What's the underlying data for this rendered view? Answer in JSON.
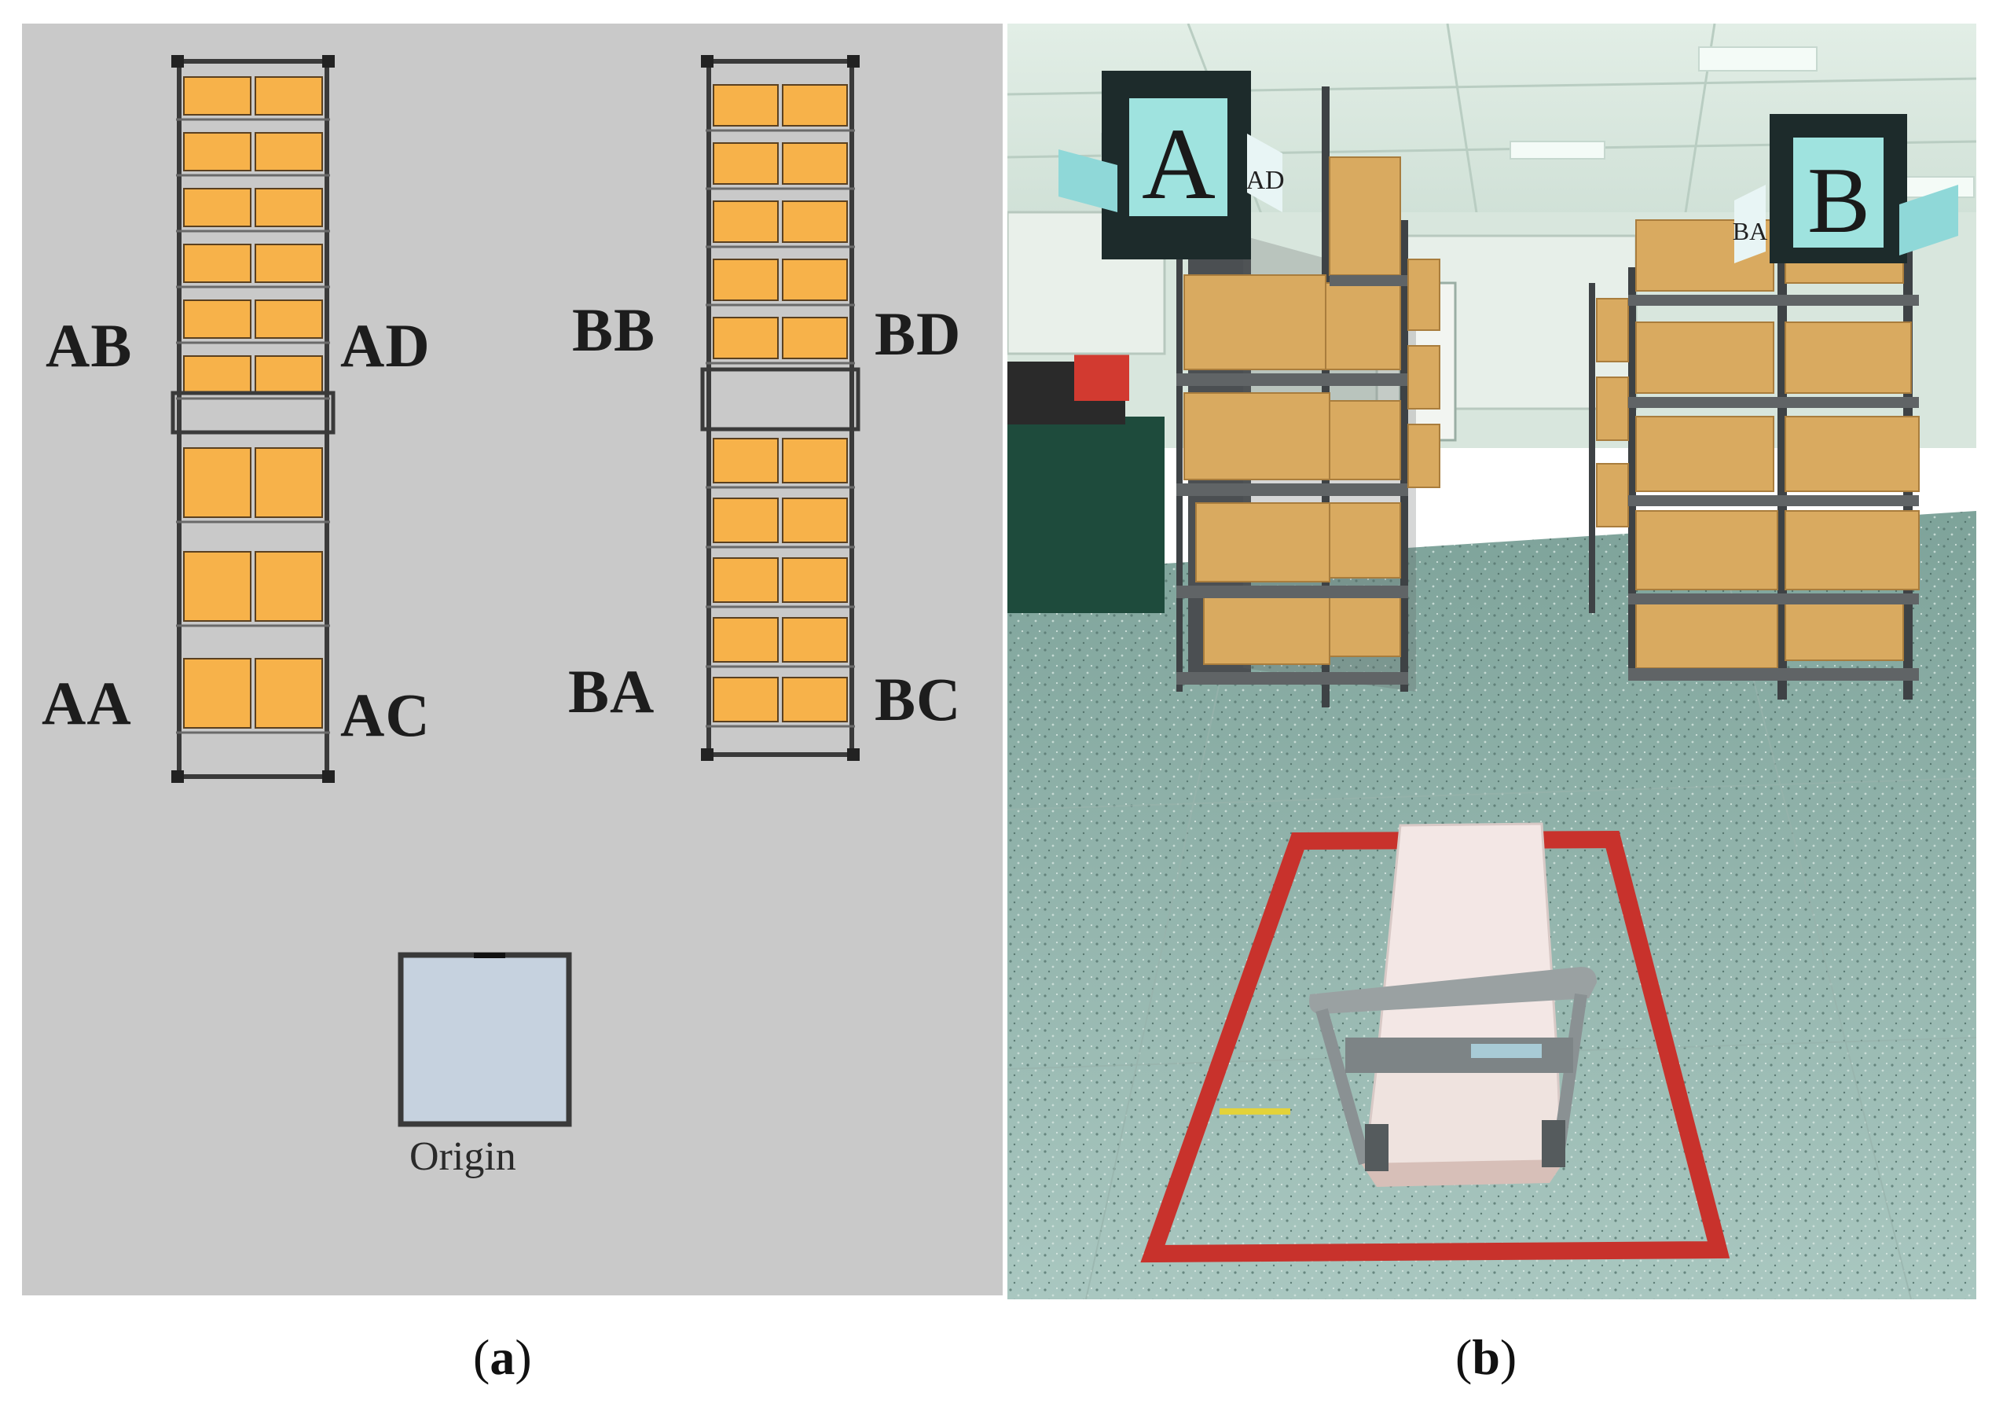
{
  "panel_a": {
    "racks": [
      {
        "code": "A",
        "labels": {
          "top_left": "AB",
          "top_right": "AD",
          "bottom_left": "AA",
          "bottom_right": "AC"
        }
      },
      {
        "code": "B",
        "labels": {
          "top_left": "BB",
          "top_right": "BD",
          "bottom_left": "BA",
          "bottom_right": "BC"
        }
      }
    ],
    "origin_label": "Origin",
    "colors": {
      "background": "#c9c9c9",
      "box": "#f7b24a",
      "frame": "#3a3a3a",
      "origin_fill": "#c6d2df"
    }
  },
  "panel_b": {
    "sign_a": "A",
    "sign_b": "B",
    "side_label_a": "AD",
    "side_label_b": "BA"
  },
  "captions": {
    "a": "a",
    "b": "b"
  }
}
